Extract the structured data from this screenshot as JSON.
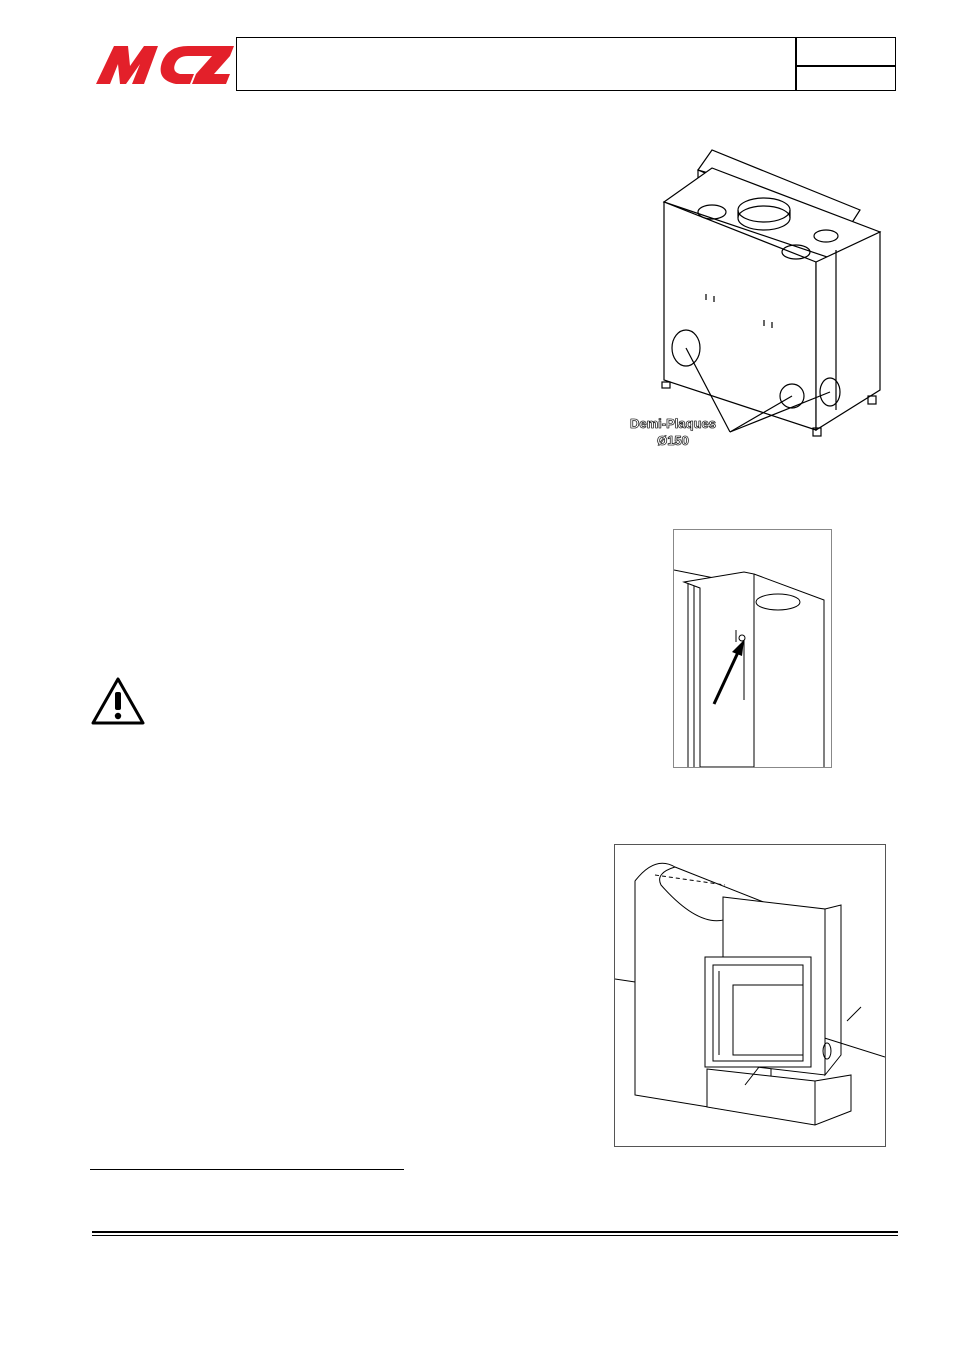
{
  "header": {
    "logo_text": "MCZ",
    "brand_color": "#e3202a"
  },
  "figures": {
    "fig1_label_line1": "Demi-Plaques",
    "fig1_label_line2": "Ø150"
  },
  "icons": {
    "warning": "warning-triangle-icon"
  }
}
